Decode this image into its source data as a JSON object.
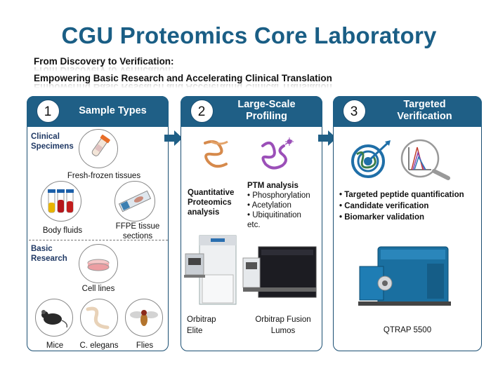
{
  "title": "CGU Proteomics Core Laboratory",
  "subtitle_1": "From Discovery to Verification:",
  "subtitle_2": "Empowering Basic Research and Accelerating Clinical Translation",
  "colors": {
    "title": "#1a5e85",
    "header": "#1f5f86",
    "border": "#1a4e72"
  },
  "panels": [
    {
      "number": "1",
      "title": "Sample Types",
      "clinical_heading": "Clinical Specimens",
      "clinical_items": [
        "Fresh-frozen tissues",
        "Body fluids",
        "FFPE tissue sections"
      ],
      "basic_heading": "Basic Research",
      "basic_items": [
        "Cell lines",
        "Mice",
        "C. elegans",
        "Flies"
      ]
    },
    {
      "number": "2",
      "title": "Large-Scale Profiling",
      "quant_label": "Quantitative Proteomics analysis",
      "ptm_heading": "PTM analysis",
      "ptm_items": [
        "Phosphorylation",
        "Acetylation",
        "Ubiquitination"
      ],
      "ptm_etc": "etc.",
      "instruments": [
        "Orbitrap Elite",
        "Orbitrap Fusion Lumos"
      ]
    },
    {
      "number": "3",
      "title": "Targeted Verification",
      "items": [
        "Targeted peptide quantification",
        "Candidate verification",
        "Biomarker validation"
      ],
      "instrument": "QTRAP 5500"
    }
  ],
  "icons": [
    "protein-ribbon-icon",
    "ptm-protein-icon",
    "target-protein-icon",
    "chromatogram-magnifier-icon",
    "mass-spectrometer-icon",
    "tube-icon",
    "blood-tubes-icon",
    "slide-icon",
    "petri-dish-icon",
    "mouse-icon",
    "worm-icon",
    "fly-icon"
  ]
}
